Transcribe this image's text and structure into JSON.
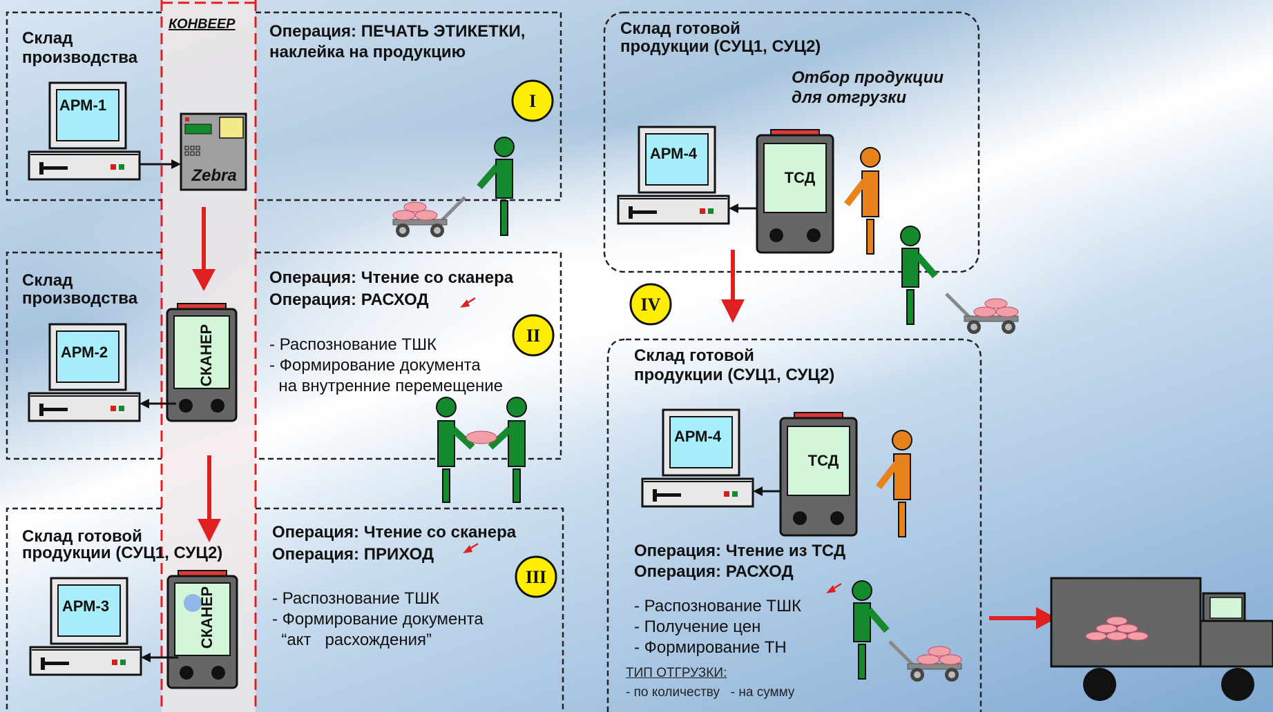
{
  "conveyor": {
    "title": "КОНВЕЕР"
  },
  "panel1": {
    "location": [
      "Склад",
      "производства"
    ],
    "operation": [
      "Операция: ПЕЧАТЬ ЭТИКЕТКИ,",
      "наклейка на продукцию"
    ],
    "stage": "I",
    "workstation": "АРМ-1",
    "printer": "Zebra"
  },
  "panel2": {
    "location": [
      "Склад",
      "производства"
    ],
    "operation": [
      "Операция: Чтение со сканера",
      "Операция: РАСХОД"
    ],
    "items": [
      "- Распознование ТШК",
      "- Формирование документа",
      "  на внутренние перемещение"
    ],
    "stage": "II",
    "workstation": "АРМ-2",
    "device": "СКАНЕР"
  },
  "panel3": {
    "location": [
      "Склад готовой",
      "продукции (СУЦ1, СУЦ2)"
    ],
    "operation": [
      "Операция: Чтение со сканера",
      "Операция: ПРИХОД"
    ],
    "items": [
      "- Распознование ТШК",
      "- Формирование документа",
      "  “акт   расхождения”"
    ],
    "stage": "III",
    "workstation": "АРМ-3",
    "device": "СКАНЕР"
  },
  "panel4": {
    "location": [
      "Склад готовой",
      "продукции (СУЦ1, СУЦ2)"
    ],
    "subtitle": [
      "Отбор продукции",
      "для отгрузки"
    ],
    "stage": "IV",
    "workstation": "АРМ-4",
    "device": "ТСД"
  },
  "panel5": {
    "location": [
      "Склад готовой",
      "продукции (СУЦ1, СУЦ2)"
    ],
    "operation": [
      "Операция: Чтение из ТСД",
      "Операция: РАСХОД"
    ],
    "items": [
      "- Распознование ТШК",
      "- Получение цен",
      "- Формирование ТН"
    ],
    "shipment_type": "ТИП ОТГРУЗКИ:",
    "shipment_options": "- по количеству   - на сумму",
    "workstation": "АРМ-4",
    "device": "ТСД"
  },
  "colors": {
    "worker_green": "#15892e",
    "worker_orange": "#e8821c",
    "arrow_red": "#e02020",
    "stage_badge": "#ffee00",
    "screen": "#a8eefa",
    "terminal_screen": "#d4f6d8",
    "device_body": "#666666",
    "product": "#f2a0a8"
  }
}
